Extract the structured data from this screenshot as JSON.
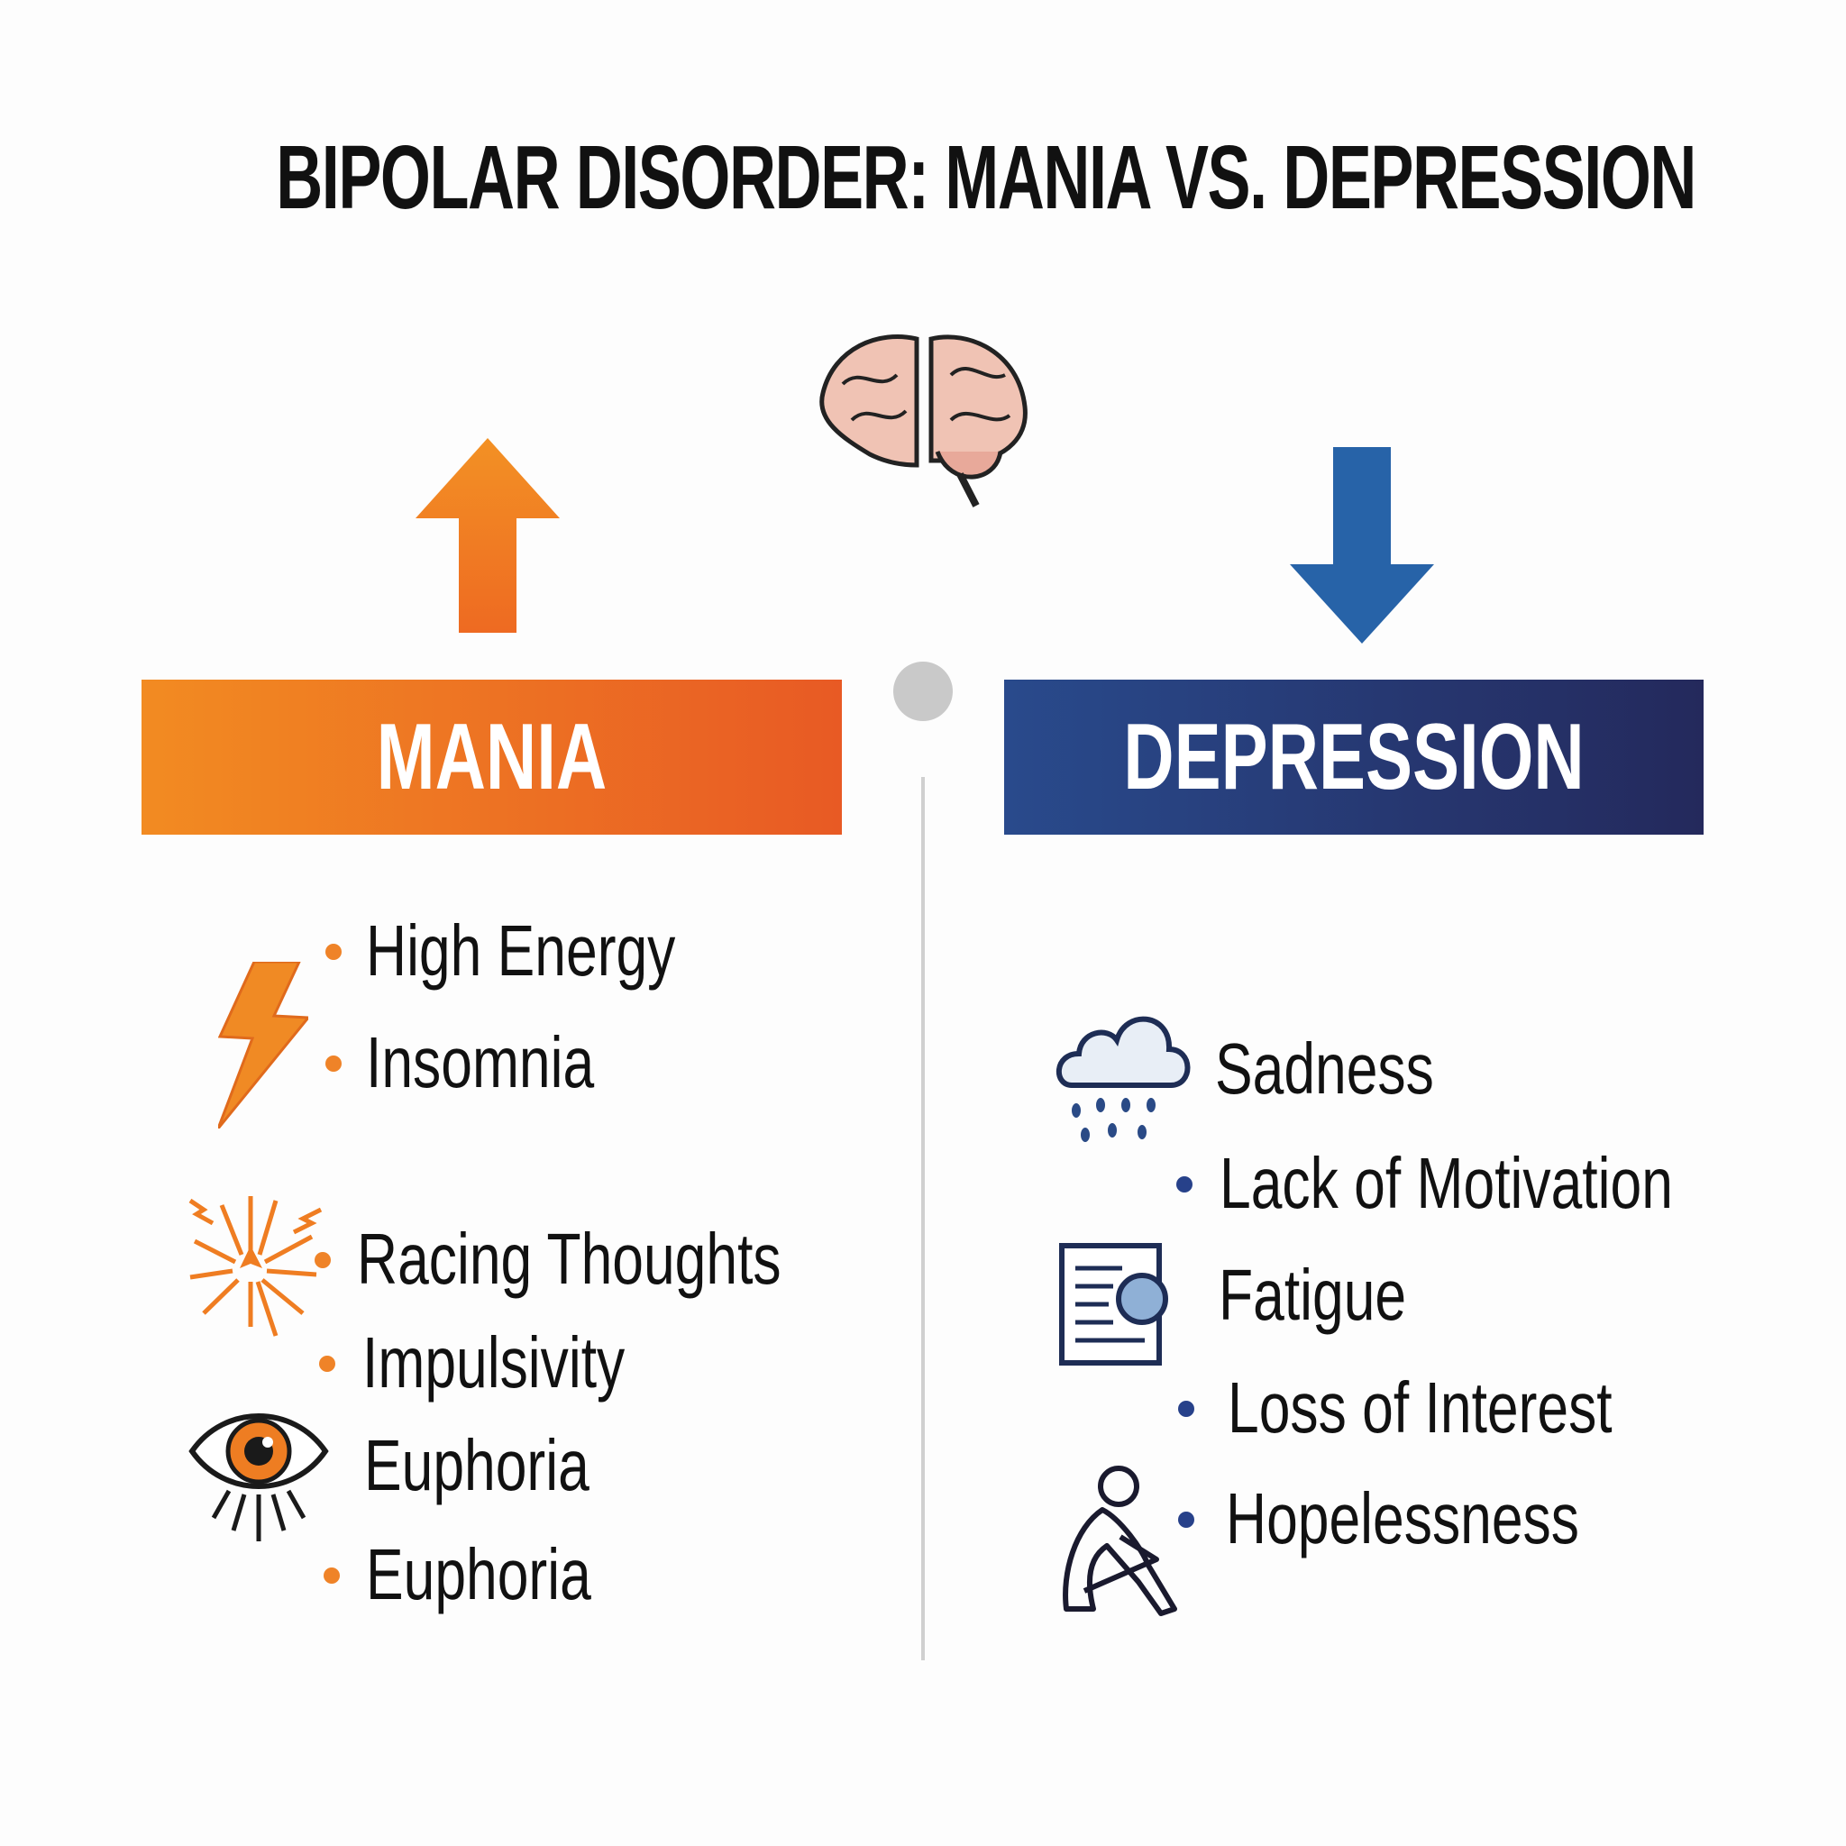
{
  "title": "BIPOLAR DISORDER: MANIA VS. DEPRESSION",
  "mania": {
    "label": "MANIA",
    "color": "#f28b22",
    "items": [
      "High Energy",
      "Insomnia",
      "Racing Thoughts",
      "Impulsivity",
      "Euphoria",
      "Euphoria"
    ]
  },
  "depression": {
    "label": "DEPRESSION",
    "color": "#294a8c",
    "items": [
      "Sadness",
      "Lack of Motivation",
      "Fatigue",
      "Loss of Interest",
      "Hopelessness"
    ]
  },
  "icons": [
    "brain-icon",
    "arrow-up-icon",
    "arrow-down-icon",
    "lightning-icon",
    "burst-icon",
    "eye-icon",
    "rain-cloud-icon",
    "document-icon",
    "sitting-person-icon"
  ]
}
